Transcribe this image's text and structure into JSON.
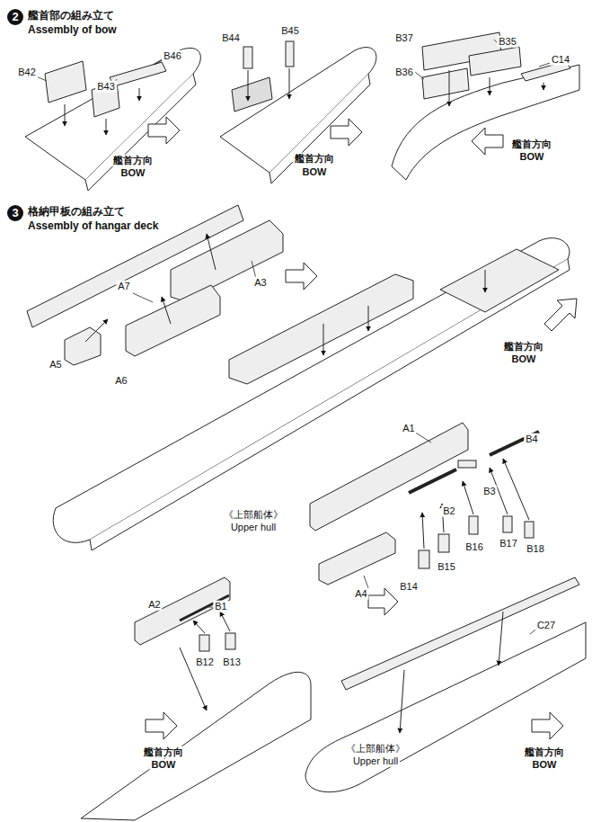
{
  "diagram": {
    "nodes": [
      {
        "text": [
          "2",
          "艦首部の組み立て",
          "Assembly of bow"
        ]
      },
      {
        "text": [
          "3",
          "格納甲板の組み立て",
          "Assembly of hangar deck"
        ]
      }
    ],
    "labels": [
      "B42",
      "B43",
      "B46",
      "艦首方向",
      "BOW",
      "B44",
      "B45",
      "艦首方向",
      "BOW",
      "B37",
      "B35",
      "C14",
      "B36",
      "艦首方向",
      "BOW",
      "A7",
      "A3",
      "A5",
      "A6",
      "艦首方向",
      "BOW",
      "《上部船体》",
      "Upper hull",
      "A1",
      "B4",
      "B3",
      "B2",
      "B17",
      "B18",
      "B16",
      "B15",
      "B14",
      "A4",
      "A2",
      "B1",
      "B12",
      "B13",
      "C27",
      "艦首方向",
      "BOW",
      "《上部船体》",
      "Upper hull",
      "艦首方向",
      "BOW"
    ]
  }
}
